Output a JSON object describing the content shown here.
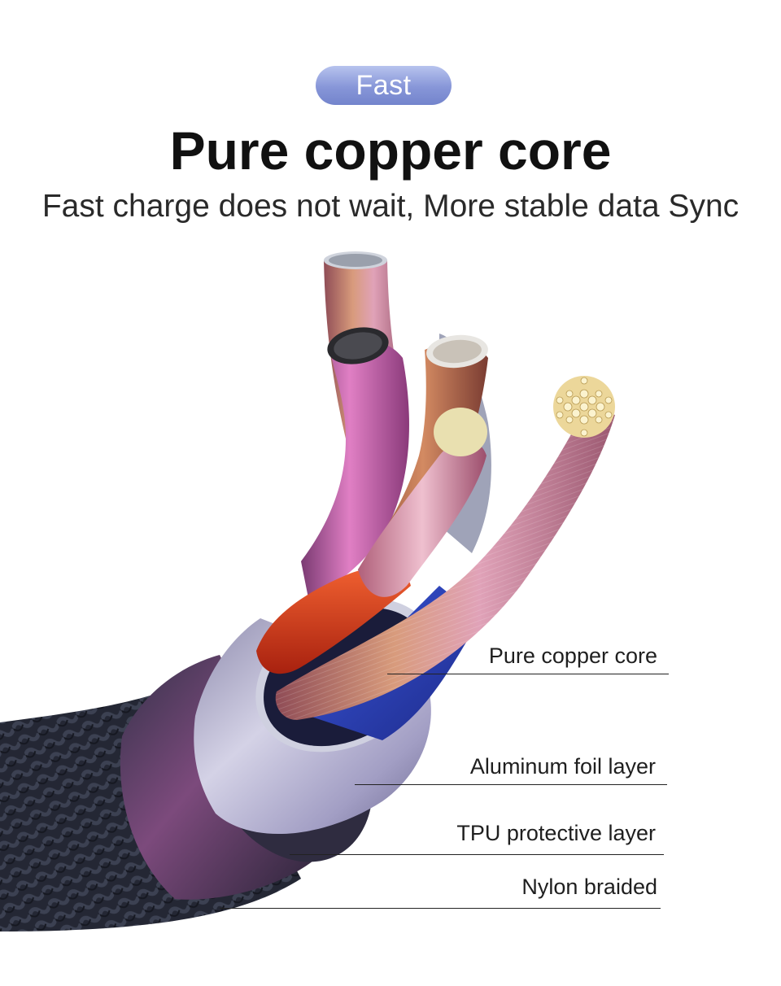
{
  "header": {
    "badge": "Fast",
    "title": "Pure copper core",
    "subtitle": "Fast charge does not wait, More stable data Sync"
  },
  "callouts": [
    {
      "label": "Pure copper core"
    },
    {
      "label": "Aluminum foil layer"
    },
    {
      "label": "TPU protective layer"
    },
    {
      "label": "Nylon braided"
    }
  ],
  "colors": {
    "badge_top": "#b7c3ee",
    "badge_bottom": "#7384cc",
    "braid": "#2f3342",
    "tpu": "#6a3f6a",
    "foil": "#b9b7d3",
    "copper": "#c88565",
    "red_wire": "#d73a1c",
    "blue_wire": "#2b3fb0"
  },
  "icons": [
    "cable-cross-section-illustration"
  ]
}
